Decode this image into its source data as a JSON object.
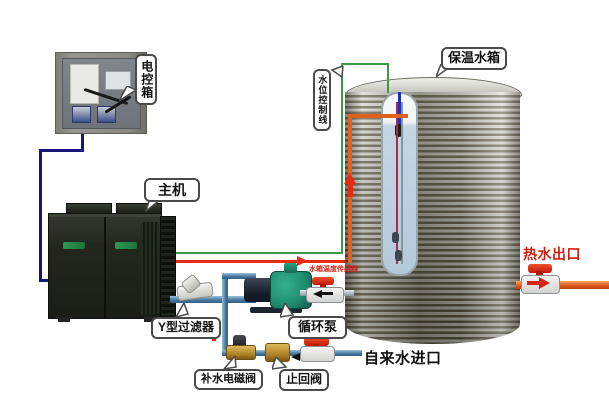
{
  "labels": {
    "control_box": "电控箱",
    "main_unit": "主机",
    "tank": "保温水箱",
    "water_level_line": "水位控制线",
    "y_filter": "Y型过滤器",
    "circulation_pump": "循环泵",
    "makeup_solenoid_valve": "补水电磁阀",
    "check_valve": "止回阀"
  },
  "texts": {
    "hot_water_outlet": "热水出口",
    "tap_water_inlet": "自来水进口",
    "tank_temp_sensor": "水箱温度传感器"
  },
  "colors": {
    "hot_water_pipe": "#e05a20",
    "hot_line_red": "#e62b12",
    "cold_water_pipe": "#4a7aa0",
    "signal_line_green": "#3c9a40",
    "power_wire_navy": "#16167a",
    "pump_green": "#1f8f72",
    "brass_valve": "#c89b3e",
    "hot_text_red": "#cc1f10",
    "tank_silver": "#d2d2cc"
  }
}
